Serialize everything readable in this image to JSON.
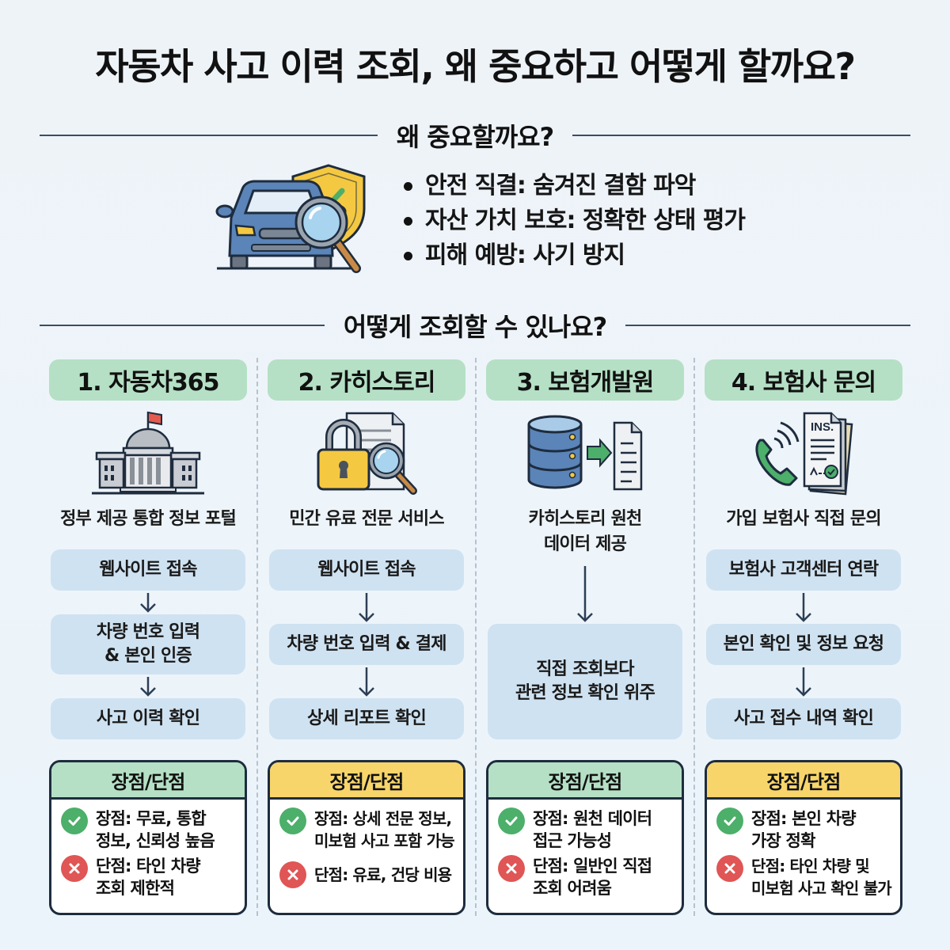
{
  "title": "자동차 사고 이력 조회, 왜 중요하고 어떻게 할까요?",
  "why": {
    "header": "왜 중요할까요?",
    "hero_icon": "car-shield-magnifier-icon",
    "bullets": [
      "안전 직결: 숨겨진 결함 파악",
      "자산 가치 보호: 정확한 상태 평가",
      "피해 예방: 사기 방지"
    ]
  },
  "how": {
    "header": "어떻게 조회할 수 있나요?",
    "methods": [
      {
        "title": "1. 자동차365",
        "icon": "government-building-icon",
        "description": "정부 제공 통합 정보 포털",
        "steps": [
          "웹사이트 접속",
          "차량 번호 입력\n& 본인 인증",
          "사고 이력 확인"
        ],
        "pros_cons": {
          "header": "장점/단점",
          "header_color": "#b5e0c5",
          "pro": "장점: 무료, 통합\n정보, 신뢰성 높음",
          "con": "단점: 타인 차량\n조회 제한적"
        }
      },
      {
        "title": "2. 카히스토리",
        "icon": "lock-document-search-icon",
        "description": "민간 유료 전문 서비스",
        "steps": [
          "웹사이트 접속",
          "차량 번호 입력 & 결제",
          "상세 리포트 확인"
        ],
        "pros_cons": {
          "header": "장점/단점",
          "header_color": "#f7d56b",
          "pro": "장점: 상세 전문 정보,\n미보험 사고 포함 가능",
          "con": "단점: 유료, 건당 비용"
        }
      },
      {
        "title": "3. 보험개발원",
        "icon": "database-to-document-icon",
        "description": "카히스토리 원천\n데이터 제공",
        "steps": [
          "직접 조회보다\n관련 정보 확인 위주"
        ],
        "pros_cons": {
          "header": "장점/단점",
          "header_color": "#b5e0c5",
          "pro": "장점: 원천 데이터\n접근 가능성",
          "con": "단점: 일반인 직접\n조회 어려움"
        }
      },
      {
        "title": "4. 보험사 문의",
        "icon": "phone-insurance-document-icon",
        "description": "가입 보험사 직접 문의",
        "steps": [
          "보험사 고객센터 연락",
          "본인 확인 및 정보 요청",
          "사고 접수 내역 확인"
        ],
        "pros_cons": {
          "header": "장점/단점",
          "header_color": "#f7d56b",
          "pro": "장점: 본인 차량\n가장 정확",
          "con": "단점: 타인 차량 및\n미보험 사고 확인 불가"
        }
      }
    ]
  },
  "colors": {
    "background": "#eef3f8",
    "title_tab_green": "#b5e0c5",
    "pros_header_yellow": "#f7d56b",
    "step_box_blue": "#cfe2f1",
    "check_green": "#4caf6a",
    "cross_red": "#e05555",
    "border_navy": "#1e2c3e"
  }
}
